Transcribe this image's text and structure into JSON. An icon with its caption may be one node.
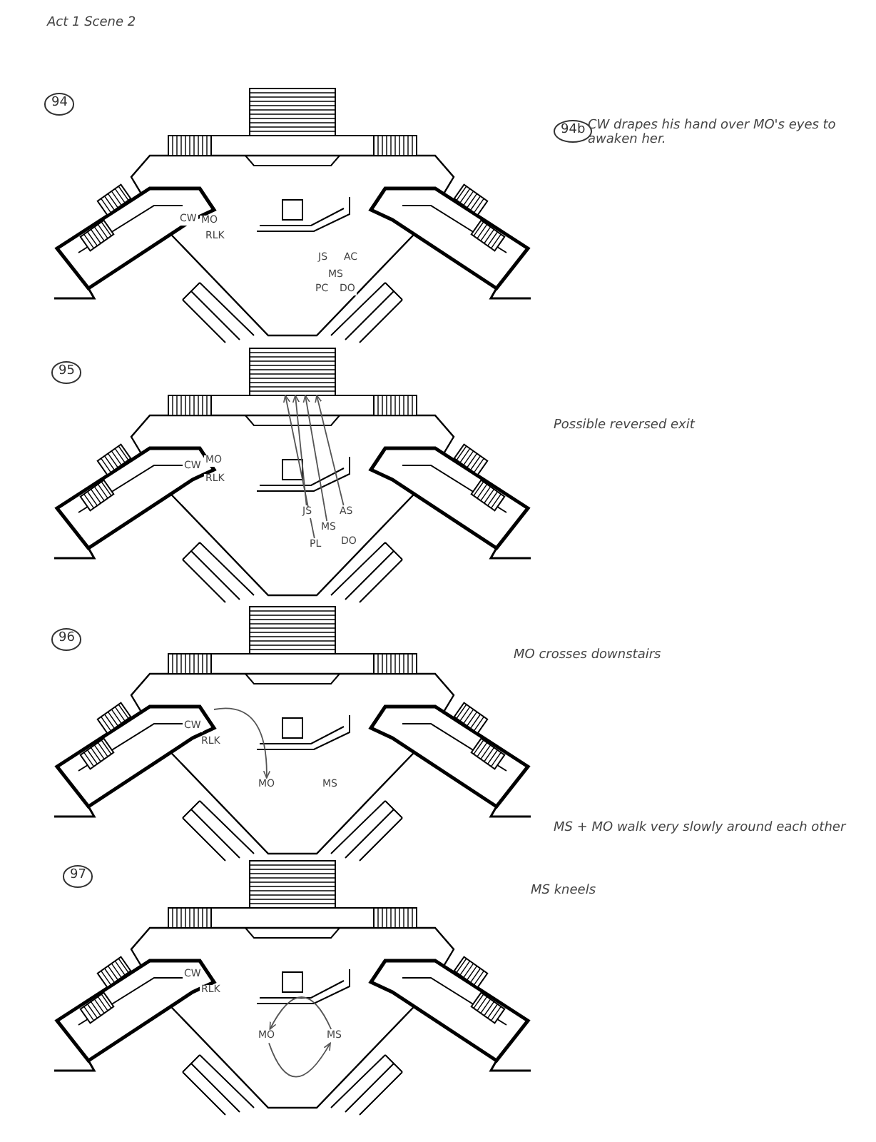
{
  "diagram": {
    "title": "Act 1 Scene 2",
    "nodes": [
      {
        "text": [
          "94"
        ]
      },
      {
        "text": [
          "94b"
        ]
      },
      {
        "text": [
          "95"
        ]
      },
      {
        "text": [],
        "shape": "box"
      },
      {
        "text": [
          "JS"
        ]
      },
      {
        "text": [
          "AS"
        ]
      },
      {
        "text": [
          "MS"
        ]
      },
      {
        "text": [
          "PL"
        ]
      },
      {
        "text": [
          "96"
        ]
      },
      {
        "text": [
          "MO"
        ]
      },
      {
        "text": [
          "97"
        ]
      },
      {
        "text": [
          "MO"
        ]
      },
      {
        "text": [
          "MS"
        ]
      }
    ],
    "edges": [
      {
        "from": 7,
        "to": 3,
        "arrow": "to"
      },
      {
        "from": 4,
        "to": 3,
        "arrow": "to"
      },
      {
        "from": 6,
        "to": 3,
        "arrow": "to"
      },
      {
        "from": 5,
        "to": 3,
        "arrow": "to"
      },
      {
        "from": null,
        "to": 9,
        "arrow": "to"
      },
      {
        "from": 12,
        "to": 11,
        "arrow": "to"
      },
      {
        "from": 11,
        "to": 12,
        "arrow": "to"
      }
    ],
    "labels": [
      "CW",
      "MO",
      "RLK",
      "JS",
      "AC",
      "MS",
      "PC",
      "DO",
      "CW drapes his hand over MO's eyes to awaken her.",
      "CW",
      "MO",
      "RLK",
      "DO",
      "Possible reversed exit",
      "CW",
      "RLK",
      "MS",
      "MO crosses downstairs",
      "MS + MO walk very slowly around each other",
      "CW",
      "RLK",
      "MS kneels"
    ]
  }
}
